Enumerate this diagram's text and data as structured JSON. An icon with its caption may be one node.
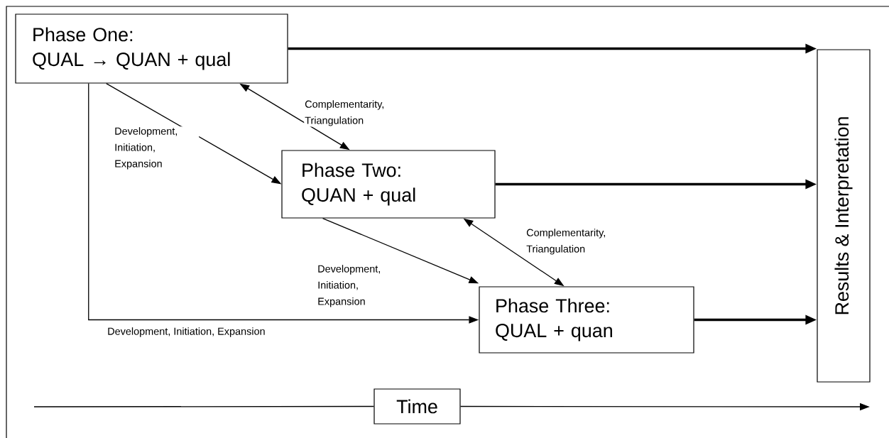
{
  "diagram": {
    "nodes": [
      {
        "text": [
          "Phase One:",
          "QUAL → QUAN + qual"
        ]
      },
      {
        "text": [
          "Phase Two:",
          "QUAN + qual"
        ]
      },
      {
        "text": [
          "Phase Three:",
          "QUAL + quan"
        ]
      },
      {
        "text": [
          "Results & Interpretation"
        ]
      },
      {
        "text": [
          "Time"
        ]
      }
    ],
    "edges": [
      {
        "from": 0,
        "to": 3,
        "arrow": "to",
        "style": "thick"
      },
      {
        "from": 1,
        "to": 3,
        "arrow": "to",
        "style": "thick"
      },
      {
        "from": 2,
        "to": 3,
        "arrow": "to",
        "style": "thick"
      },
      {
        "from": 0,
        "to": 1,
        "arrow": "to",
        "label": "Development, Initiation, Expansion"
      },
      {
        "from": 0,
        "to": 1,
        "arrow": "both",
        "label": "Complementarity, Triangulation"
      },
      {
        "from": 1,
        "to": 2,
        "arrow": "to",
        "label": "Development, Initiation, Expansion"
      },
      {
        "from": 1,
        "to": 2,
        "arrow": "both",
        "label": "Complementarity, Triangulation"
      },
      {
        "from": 0,
        "to": 2,
        "arrow": "to",
        "label": "Development, Initiation, Expansion"
      },
      {
        "from": null,
        "to": 4,
        "arrow": "none"
      },
      {
        "from": 4,
        "to": null,
        "arrow": "to"
      }
    ]
  }
}
